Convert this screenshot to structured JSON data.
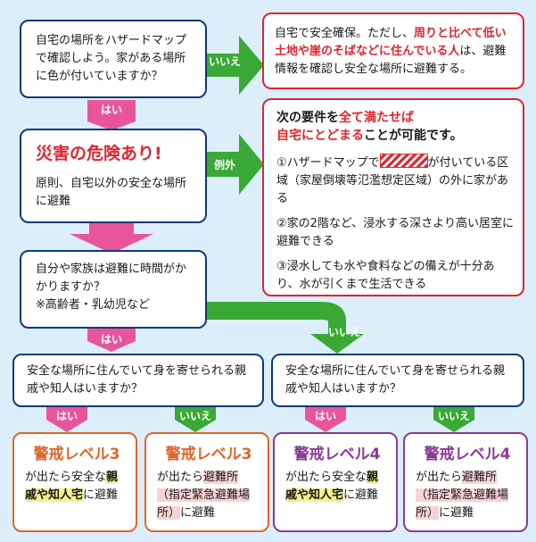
{
  "q1": {
    "text": "自宅の場所をハザードマップで確認しよう。家がある場所に色が付いていますか？"
  },
  "arrows": {
    "no_label": "いいえ",
    "yes_label": "はい",
    "exception_label": "例外"
  },
  "safe_box": {
    "part1": "自宅で安全確保。ただし、",
    "part2": "周りと比べて低い土地や崖のそばなどに住んでいる人",
    "part3": "は、避難情報を確認し安全な場所に避難する。"
  },
  "danger_box": {
    "title": "災害の危険あり!",
    "body": "原則、自宅以外の安全な場所に避難"
  },
  "exception_box": {
    "head_part1": "次の要件を",
    "head_part2": "全て満たせば",
    "head_part3": "自宅にとどまる",
    "head_part4": "ことが可能です。",
    "item1_pre": "①ハザードマップで",
    "item1_post": "が付いている区域（家屋倒壊等氾濫想定区域）の外に家がある",
    "item2": "②家の2階など、浸水する深さより高い居室に避難できる",
    "item3": "③浸水しても水や食料などの備えが十分あり、水が引くまで生活できる"
  },
  "q2": {
    "line1": "自分や家族は避難に時間がかかりますか？",
    "note": "※高齢者・乳幼児など"
  },
  "q3": {
    "text": "安全な場所に住んでいて身を寄せられる親戚や知人はいますか？"
  },
  "outcomes": [
    {
      "level": "警戒レベル3",
      "pre": "が出たら安全な",
      "hl": "親戚や知人宅",
      "post": "に避難"
    },
    {
      "level": "警戒レベル3",
      "pre": "が出たら",
      "hl": "避難所（指定緊急避難場所）",
      "post": "に避難"
    },
    {
      "level": "警戒レベル4",
      "pre": "が出たら安全な",
      "hl": "親戚や知人宅",
      "post": "に避難"
    },
    {
      "level": "警戒レベル4",
      "pre": "が出たら",
      "hl": "避難所（指定緊急避難場所）",
      "post": "に避難"
    }
  ],
  "colors": {
    "green": "#3aa935",
    "pink": "#e8559a",
    "red": "#e0262f",
    "orange": "#e2652a",
    "purple": "#8a3b96",
    "navy": "#0b3a7a"
  }
}
